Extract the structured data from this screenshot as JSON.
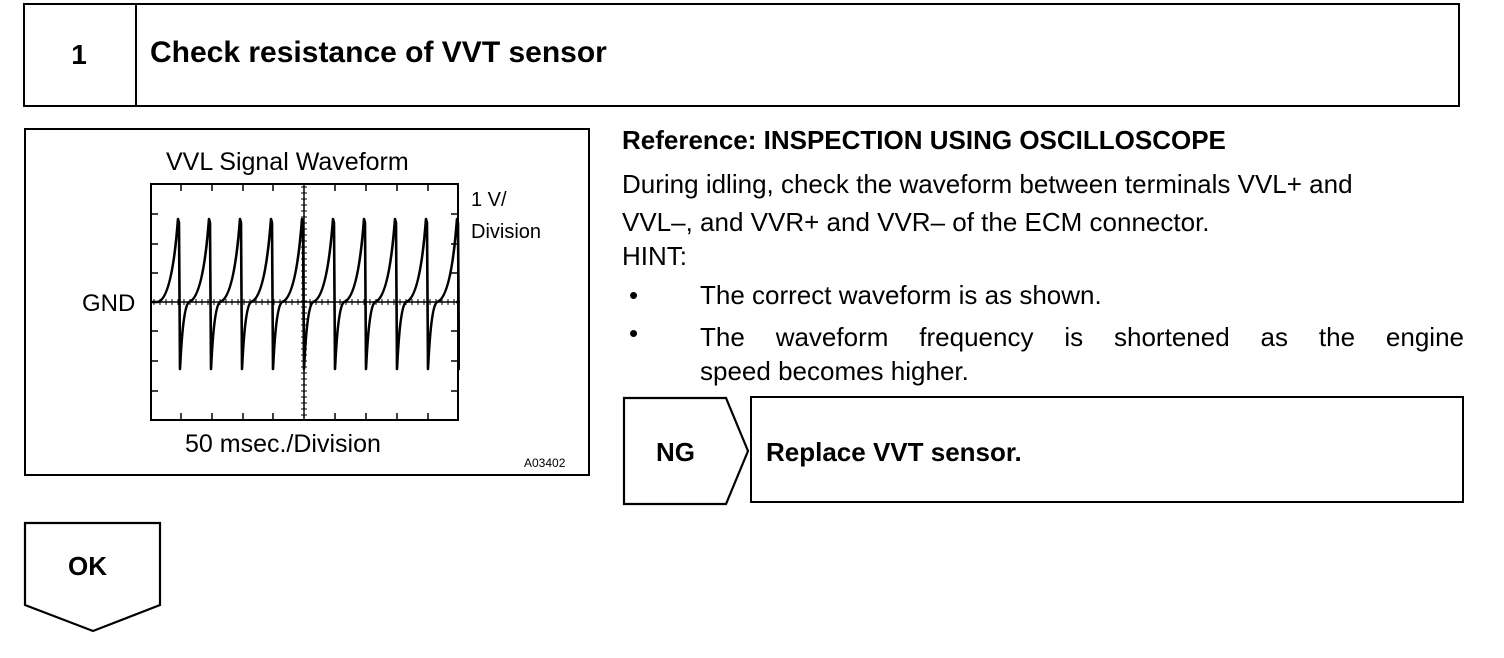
{
  "step": {
    "number": "1",
    "title": "Check resistance of VVT sensor"
  },
  "figure": {
    "title": "VVL Signal Waveform",
    "volt_unit_line1": "1 V/",
    "volt_unit_line2": "Division",
    "gnd_label": "GND",
    "time_unit": "50 msec./Division",
    "figure_id": "A03402",
    "pulse_count": 10
  },
  "reference": {
    "title": "Reference: INSPECTION USING OSCILLOSCOPE",
    "line1": "During idling, check the waveform between terminals VVL+ and",
    "line2": "VVL–, and VVR+ and VVR– of the ECM connector.",
    "hint": "HINT:",
    "bullet1": "The correct waveform is as shown.",
    "bullet2_line1": "The waveform frequency is shortened as the engine",
    "bullet2_line2": "speed becomes higher.",
    "bullet_symbol": "•"
  },
  "ng": {
    "label": "NG",
    "action": "Replace VVT sensor."
  },
  "ok": {
    "label": "OK"
  }
}
